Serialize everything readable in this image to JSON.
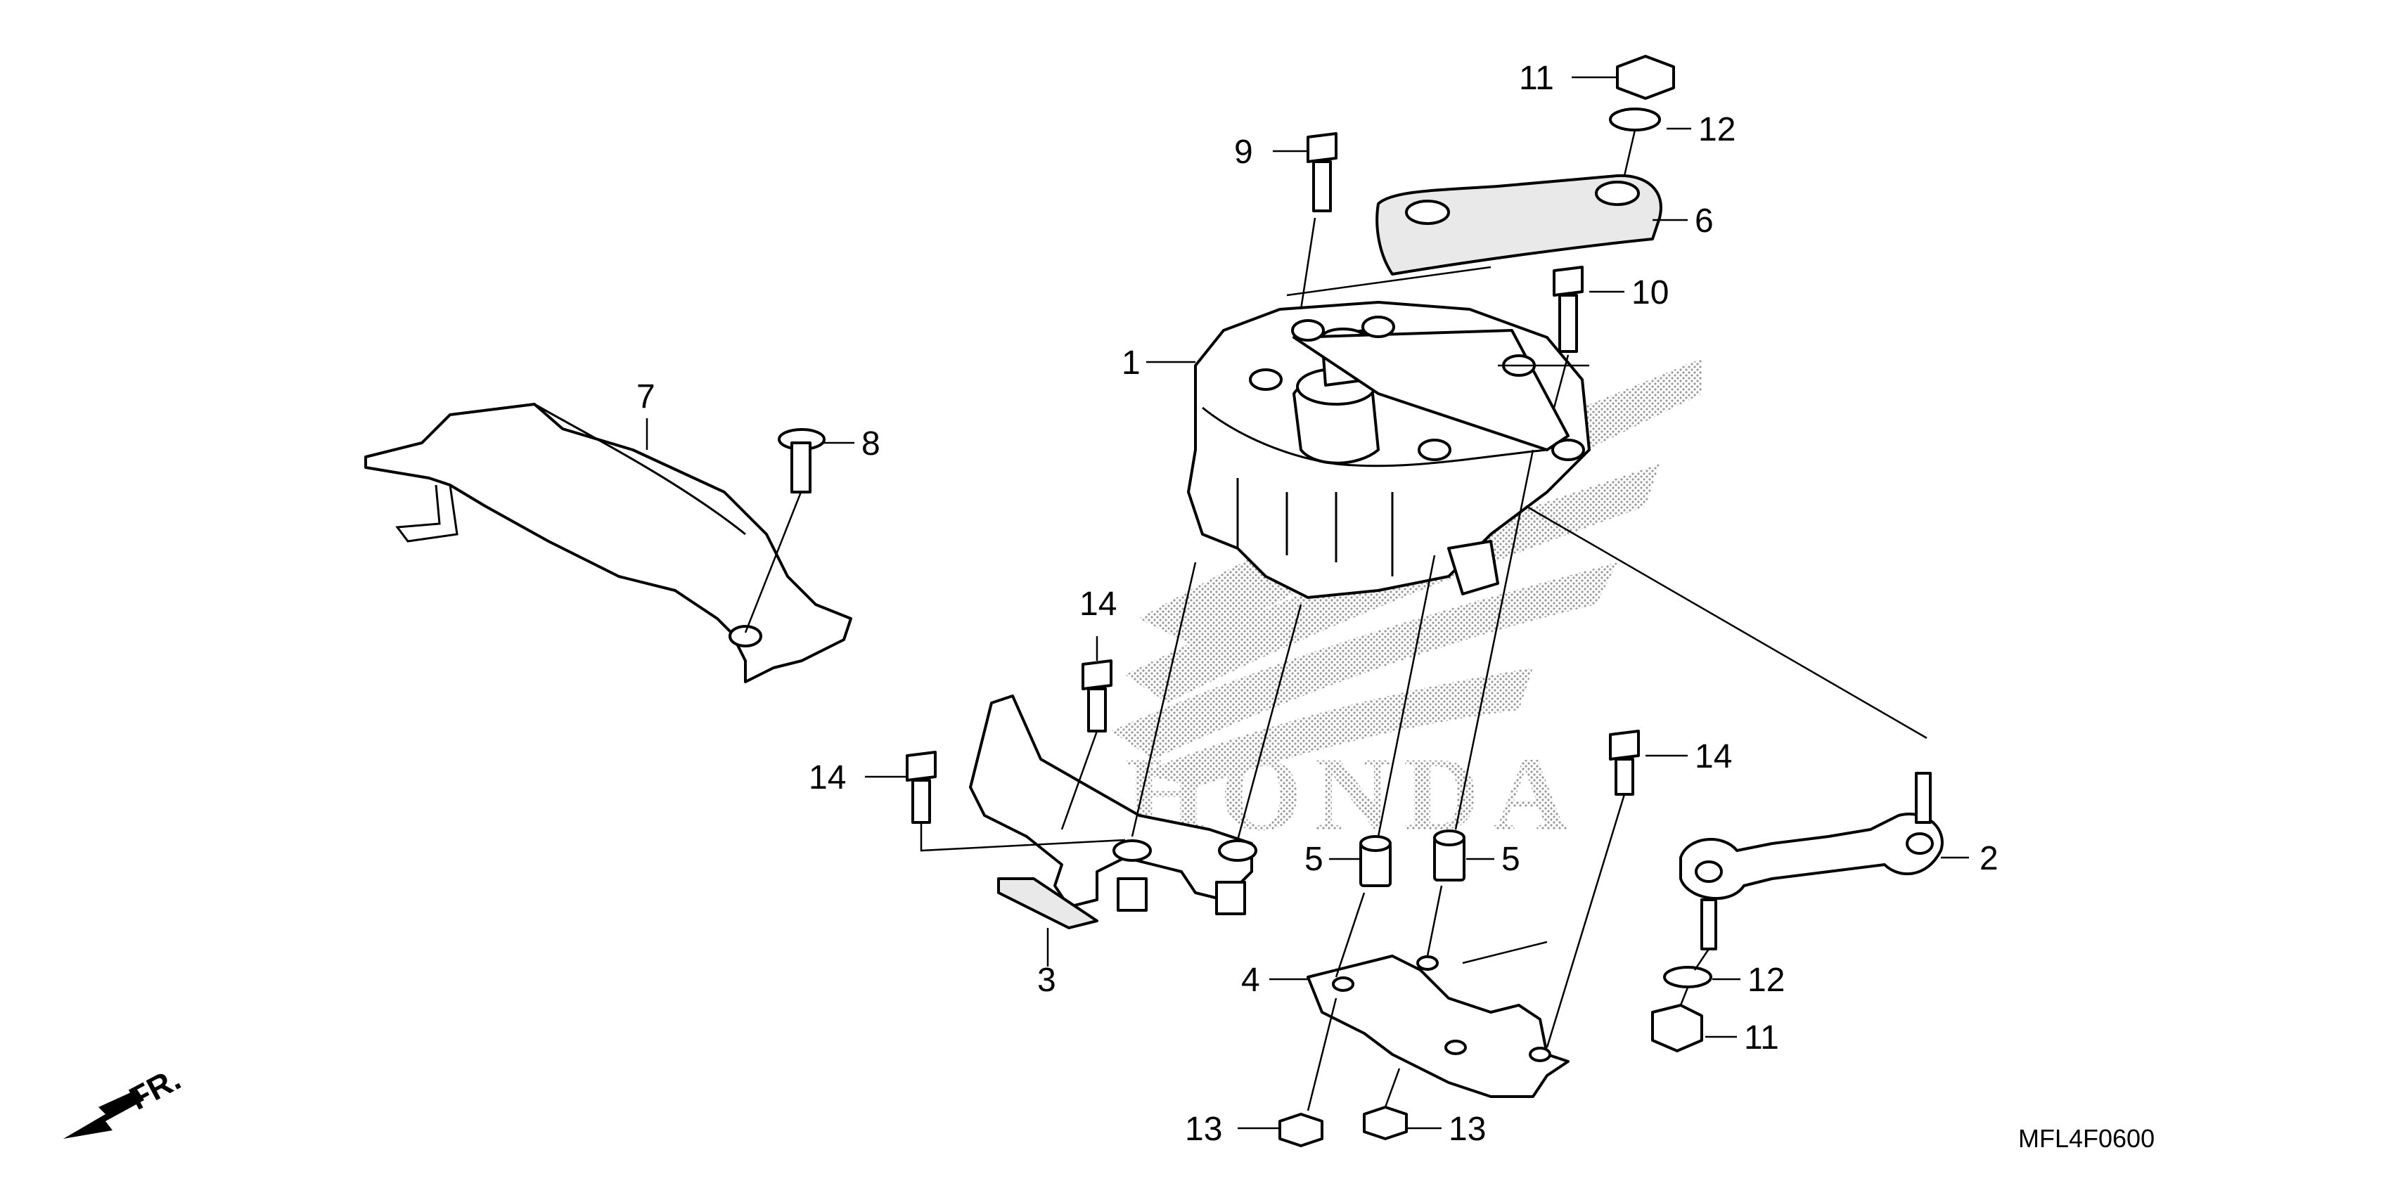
{
  "diagram": {
    "code": "MFL4F0600",
    "front_arrow_label": "FR.",
    "watermark_text": "HONDA",
    "callouts": [
      "1",
      "2",
      "3",
      "4",
      "5",
      "5",
      "6",
      "7",
      "8",
      "9",
      "10",
      "11",
      "11",
      "12",
      "12",
      "13",
      "13",
      "14",
      "14",
      "14"
    ]
  },
  "colors": {
    "line": "#000000",
    "background": "#ffffff",
    "watermark": "#c8c8c8"
  }
}
